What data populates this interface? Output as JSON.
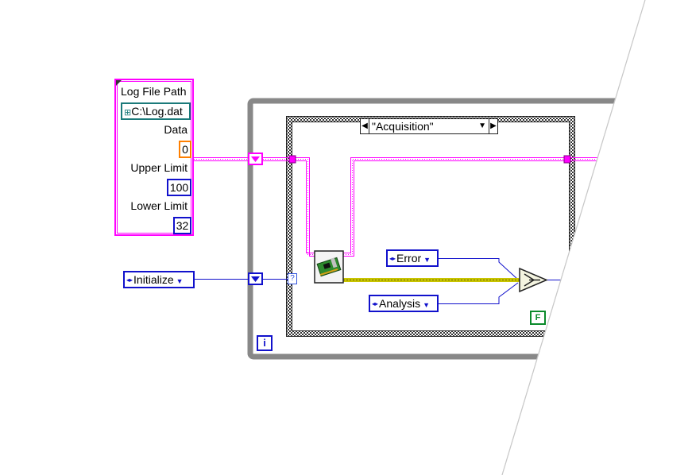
{
  "cluster": {
    "path_label": "Log File Path",
    "path_value": "C:\\Log.dat",
    "data_label": "Data",
    "data_value": "0",
    "upper_label": "Upper Limit",
    "upper_value": "100",
    "lower_label": "Lower Limit",
    "lower_value": "32"
  },
  "enum_initialize": "Initialize",
  "case_selector": "\"Acquisition\"",
  "enum_error": "Error",
  "enum_analysis": "Analysis",
  "iteration_terminal": "i",
  "stop_constant": "F",
  "conditional_terminal": "?",
  "colors": {
    "cluster_wire": "#ff00ff",
    "enum_wire": "#1111cc",
    "path_control": "#1b7a7a",
    "numeric_orange": "#ff7f00",
    "numeric_blue": "#1111cc",
    "boolean_green": "#0a8a2a",
    "wire_yellow": "#c8c400"
  },
  "icons": {
    "path_glyph": "path-icon",
    "daq_vi": "daq-board-icon",
    "select": "select-function-icon"
  }
}
